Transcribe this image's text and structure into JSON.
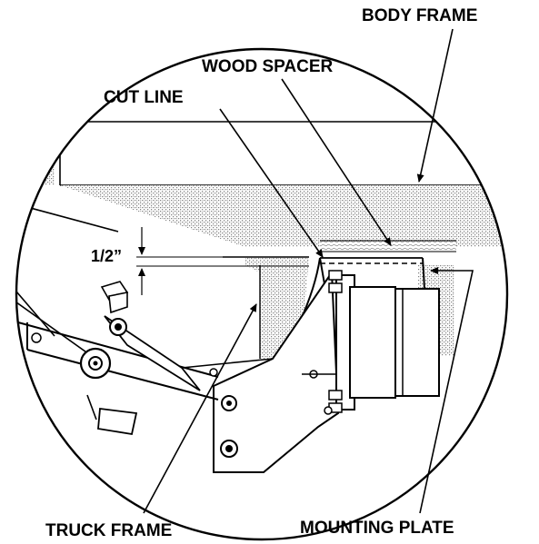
{
  "labels": {
    "body_frame": "BODY FRAME",
    "wood_spacer": "WOOD SPACER",
    "cut_line": "CUT LINE",
    "dimension": "1/2”",
    "truck_frame": "TRUCK FRAME",
    "mounting_plate": "MOUNTING PLATE"
  },
  "colors": {
    "line": "#000000",
    "stipple": "#9a9a9a",
    "background": "#ffffff"
  }
}
